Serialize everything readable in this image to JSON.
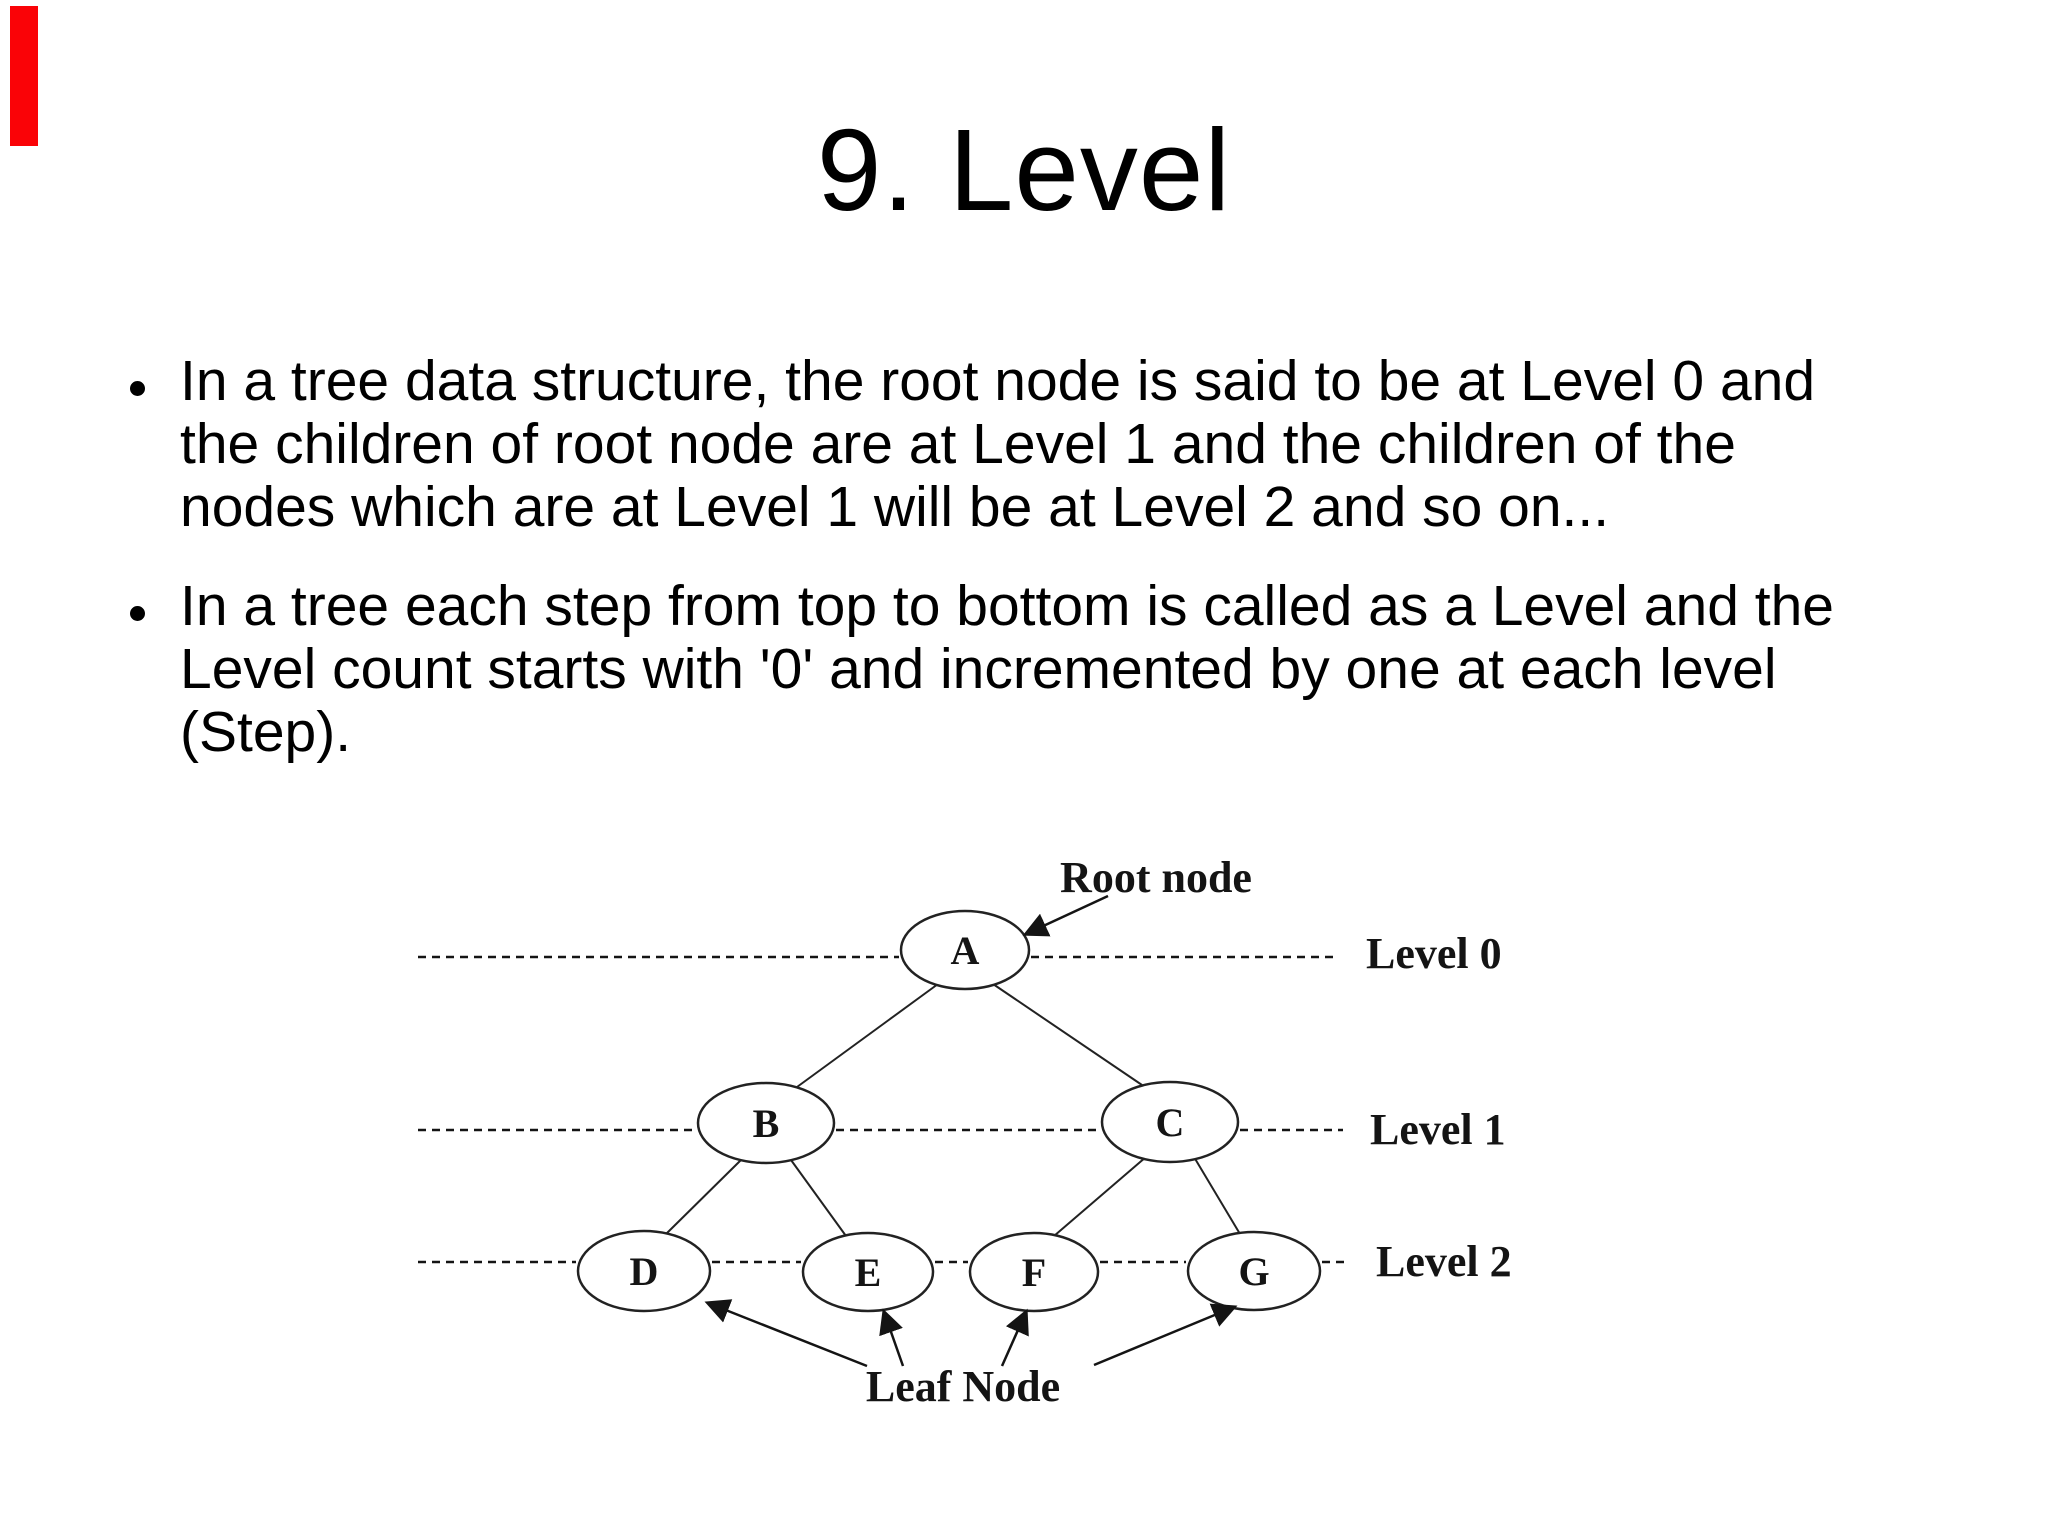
{
  "slide": {
    "title": "9. Level",
    "bullets": [
      {
        "text": "In a tree data structure, the root node is said to be at Level 0 and\nthe children of root node are at Level 1 and the children of the\nnodes which are at Level 1 will be at Level 2 and so on..."
      },
      {
        "text": "In a tree each step from top to bottom is called as a Level and the\nLevel count starts with '0' and incremented by one at each level\n(Step)."
      }
    ]
  },
  "diagram": {
    "root_label": "Root node",
    "leaf_label": "Leaf Node",
    "levels": [
      {
        "label": "Level 0"
      },
      {
        "label": "Level 1"
      },
      {
        "label": "Level 2"
      }
    ],
    "nodes": [
      {
        "id": "A",
        "label": "A"
      },
      {
        "id": "B",
        "label": "B"
      },
      {
        "id": "C",
        "label": "C"
      },
      {
        "id": "D",
        "label": "D"
      },
      {
        "id": "E",
        "label": "E"
      },
      {
        "id": "F",
        "label": "F"
      },
      {
        "id": "G",
        "label": "G"
      }
    ]
  },
  "colors": {
    "accent_red": "#fa0307",
    "ink": "#141414",
    "background": "#ffffff"
  }
}
